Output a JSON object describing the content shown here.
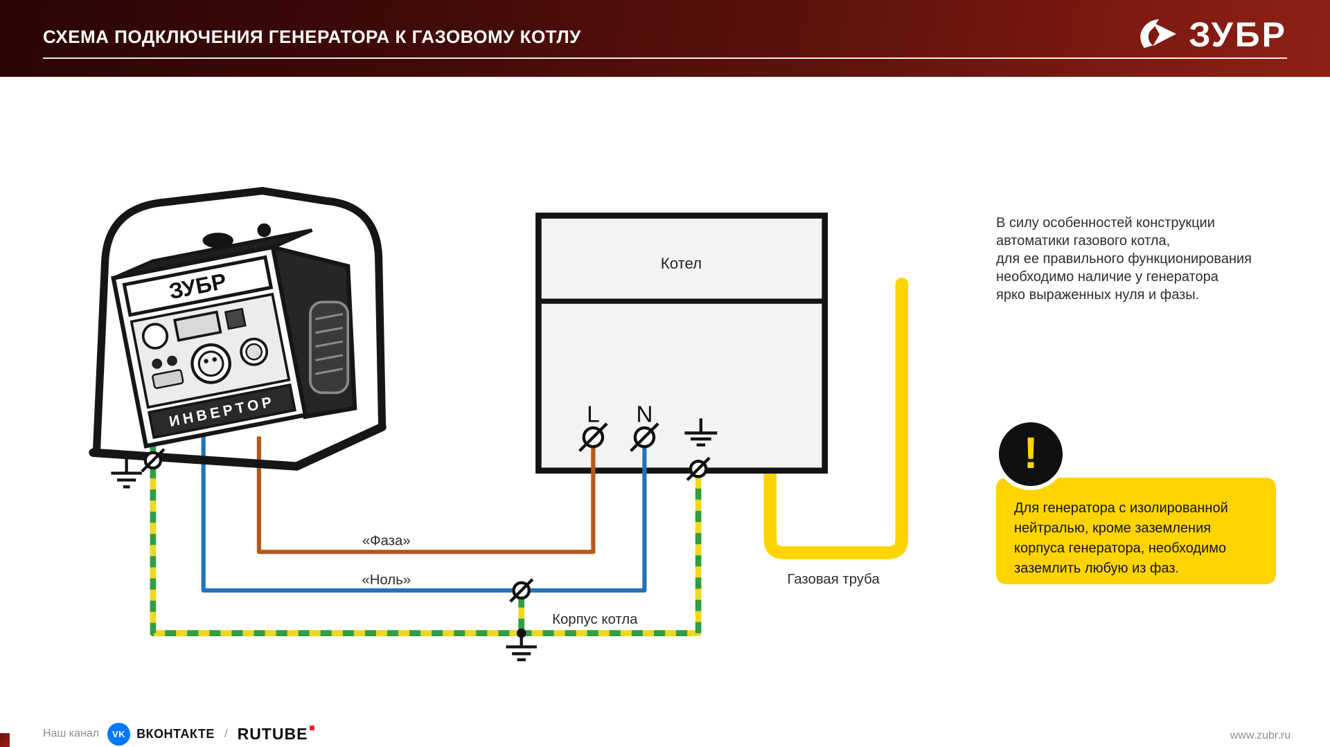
{
  "header": {
    "title": "СХЕМА ПОДКЛЮЧЕНИЯ ГЕНЕРАТОРА К ГАЗОВОМУ КОТЛУ",
    "brand": "ЗУБР"
  },
  "generator": {
    "brand": "ЗУБР",
    "type_label": "ИНВЕРТОР"
  },
  "boiler": {
    "label": "Котел",
    "terminal_l": "L",
    "terminal_n": "N"
  },
  "wires": {
    "phase_label": "«Фаза»",
    "neutral_label": "«Ноль»",
    "boiler_case_label": "Корпус котла",
    "gas_pipe_label": "Газовая труба",
    "colors": {
      "phase": "#b4581c",
      "neutral": "#2273b8",
      "ground_yellow": "#f0d81f",
      "ground_green": "#2f9e44",
      "gas_pipe": "#ffd400"
    }
  },
  "note": {
    "lines": [
      "В силу особенностей конструкции",
      "автоматики газового котла,",
      "для ее правильного функционирования",
      "необходимо наличие у генератора",
      "ярко выраженных нуля и фазы."
    ]
  },
  "warning": {
    "icon_glyph": "!",
    "text": "Для генератора с изолированной нейтралью, кроме заземления корпуса генератора, необходимо заземлить любую из фаз.",
    "background": "#ffd400"
  },
  "footer": {
    "channel_label": "Наш канал",
    "vk_badge": "VK",
    "vk_name": "ВКОНТАКТЕ",
    "separator": "/",
    "rutube_name": "RUTUBE",
    "website": "www.zubr.ru"
  }
}
